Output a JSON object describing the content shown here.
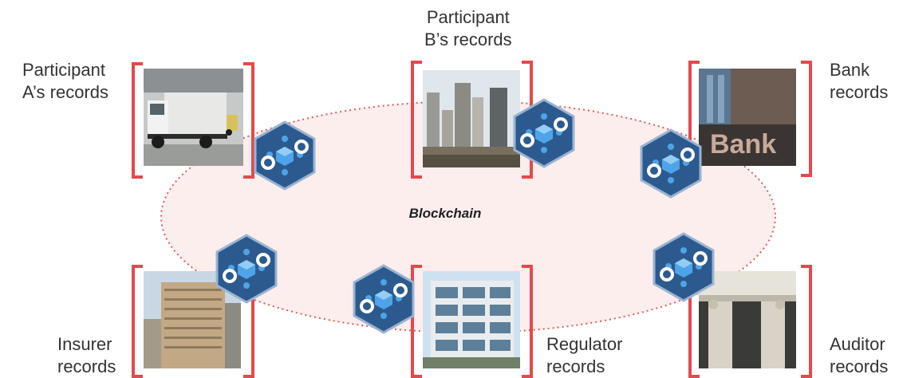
{
  "title": "",
  "center_label": "Blockchain",
  "participants": [
    {
      "id": "participant-a",
      "label": "Participant\nA’s records",
      "image": "truck-warehouse-photo"
    },
    {
      "id": "participant-b",
      "label": "Participant\nB’s records",
      "image": "city-skyline-photo"
    },
    {
      "id": "bank",
      "label": "Bank\nrecords",
      "image": "bank-facade-photo",
      "sign_text": "Bank"
    },
    {
      "id": "insurer",
      "label": "Insurer\nrecords",
      "image": "office-tower-photo"
    },
    {
      "id": "regulator",
      "label": "Regulator\nrecords",
      "image": "glass-office-photo"
    },
    {
      "id": "auditor",
      "label": "Auditor\nrecords",
      "image": "columns-building-photo"
    }
  ],
  "colors": {
    "bracket": "#e5484d",
    "ellipse_fill": "#fdeeee",
    "ellipse_stroke": "#e05a5a",
    "node_hex": "#2d5a8e",
    "node_cube": "#4fa3e8"
  },
  "node_icon": "blockchain-node-icon"
}
